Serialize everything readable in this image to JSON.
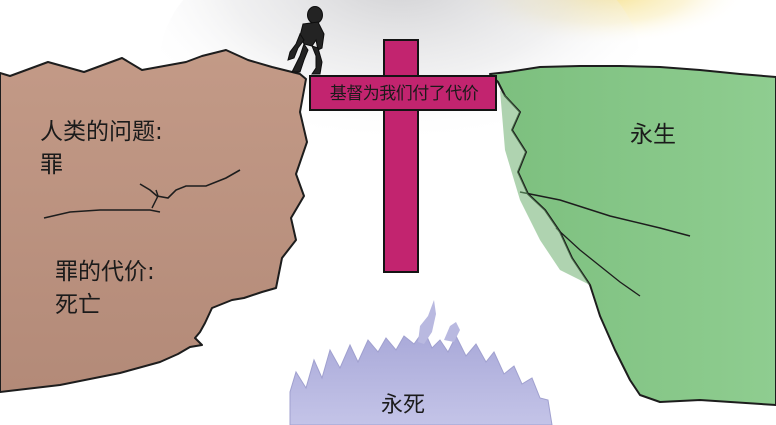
{
  "labels": {
    "problem_line1": "人类的问题:",
    "problem_line2": "罪",
    "price_line1": "罪的代价:",
    "price_line2": "死亡",
    "eternal_life": "永生",
    "eternal_death": "永死",
    "cross_banner": "基督为我们付了代价"
  },
  "colors": {
    "left_cliff": "#c49d8b",
    "right_cliff": "#86c787",
    "cross": "#c2246f",
    "fire": "#b4b4de",
    "sun_glow": "#f6e08a",
    "sky_shadow": "#d6d6d9"
  },
  "icons": {
    "person": "standing-person-figure",
    "cross": "cross-shape"
  }
}
